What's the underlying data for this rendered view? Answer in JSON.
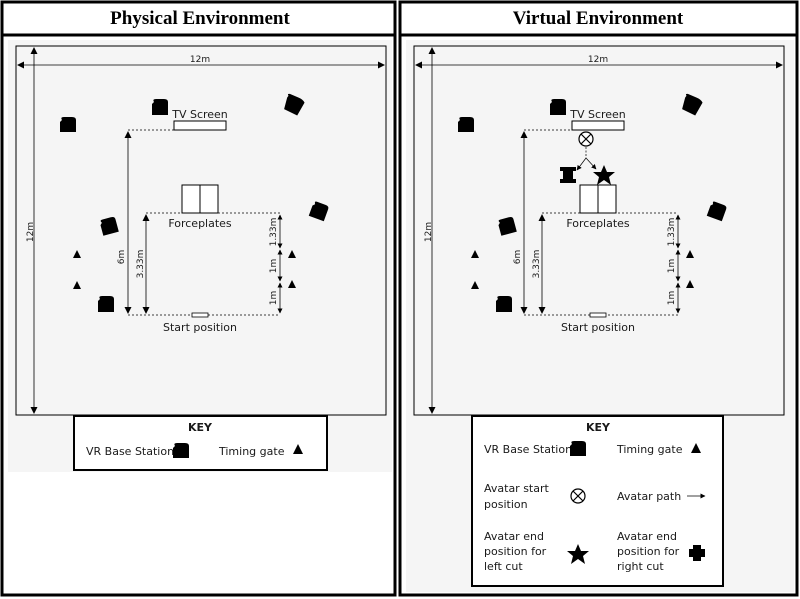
{
  "physical": {
    "title": "Physical Environment",
    "tv_screen": "TV Screen",
    "forceplates": "Forceplates",
    "start_position": "Start position",
    "dim_width": "12m",
    "dim_height": "12m",
    "dim_6m": "6m",
    "dim_333": "3.33m",
    "dim_133": "1.33m",
    "dim_1a": "1m",
    "dim_1b": "1m",
    "key": {
      "title": "KEY",
      "base_station": "VR Base Station",
      "timing_gate": "Timing gate"
    }
  },
  "virtual": {
    "title": "Virtual Environment",
    "tv_screen": "TV Screen",
    "forceplates": "Forceplates",
    "start_position": "Start position",
    "dim_width": "12m",
    "dim_height": "12m",
    "dim_6m": "6m",
    "dim_333": "3.33m",
    "dim_133": "1.33m",
    "dim_1a": "1m",
    "dim_1b": "1m",
    "key": {
      "title": "KEY",
      "base_station": "VR Base Station",
      "timing_gate": "Timing gate",
      "avatar_start_1": "Avatar start",
      "avatar_start_2": "position",
      "avatar_path": "Avatar path",
      "end_left_1": "Avatar end",
      "end_left_2": "position for",
      "end_left_3": "left cut",
      "end_right_1": "Avatar end",
      "end_right_2": "position for",
      "end_right_3": "right cut"
    }
  },
  "colors": {
    "panel_bg": "#f5f5f5",
    "ink": "#000000"
  }
}
